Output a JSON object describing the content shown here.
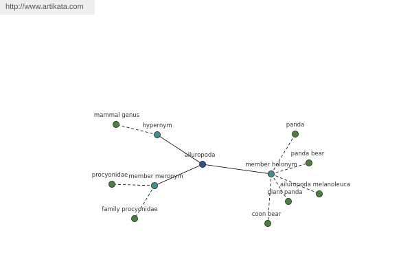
{
  "site_url": "http://www.artikata.com",
  "colors": {
    "center": "#334f8c",
    "relation": "#3f8f8f",
    "leaf": "#4a7f40",
    "edge": "#000000",
    "label": "#333333"
  },
  "graph": {
    "center": {
      "id": "ailuropoda",
      "label": "ailuropoda"
    },
    "relations": [
      {
        "id": "hypernym",
        "label": "hypernym",
        "leaves": [
          {
            "id": "mammal-genus",
            "label": "mammal genus"
          }
        ]
      },
      {
        "id": "member-meronym",
        "label": "member meronym",
        "leaves": [
          {
            "id": "procyonidae",
            "label": "procyonidae"
          },
          {
            "id": "family-procyonidae",
            "label": "family procyonidae"
          }
        ]
      },
      {
        "id": "member-holonym",
        "label": "member holonym",
        "leaves": [
          {
            "id": "panda",
            "label": "panda"
          },
          {
            "id": "panda-bear",
            "label": "panda bear"
          },
          {
            "id": "ailuropoda-melanoleuca",
            "label": "ailuropoda melanoleuca"
          },
          {
            "id": "giant-panda",
            "label": "giant panda"
          },
          {
            "id": "coon-bear",
            "label": "coon bear"
          }
        ]
      }
    ]
  }
}
